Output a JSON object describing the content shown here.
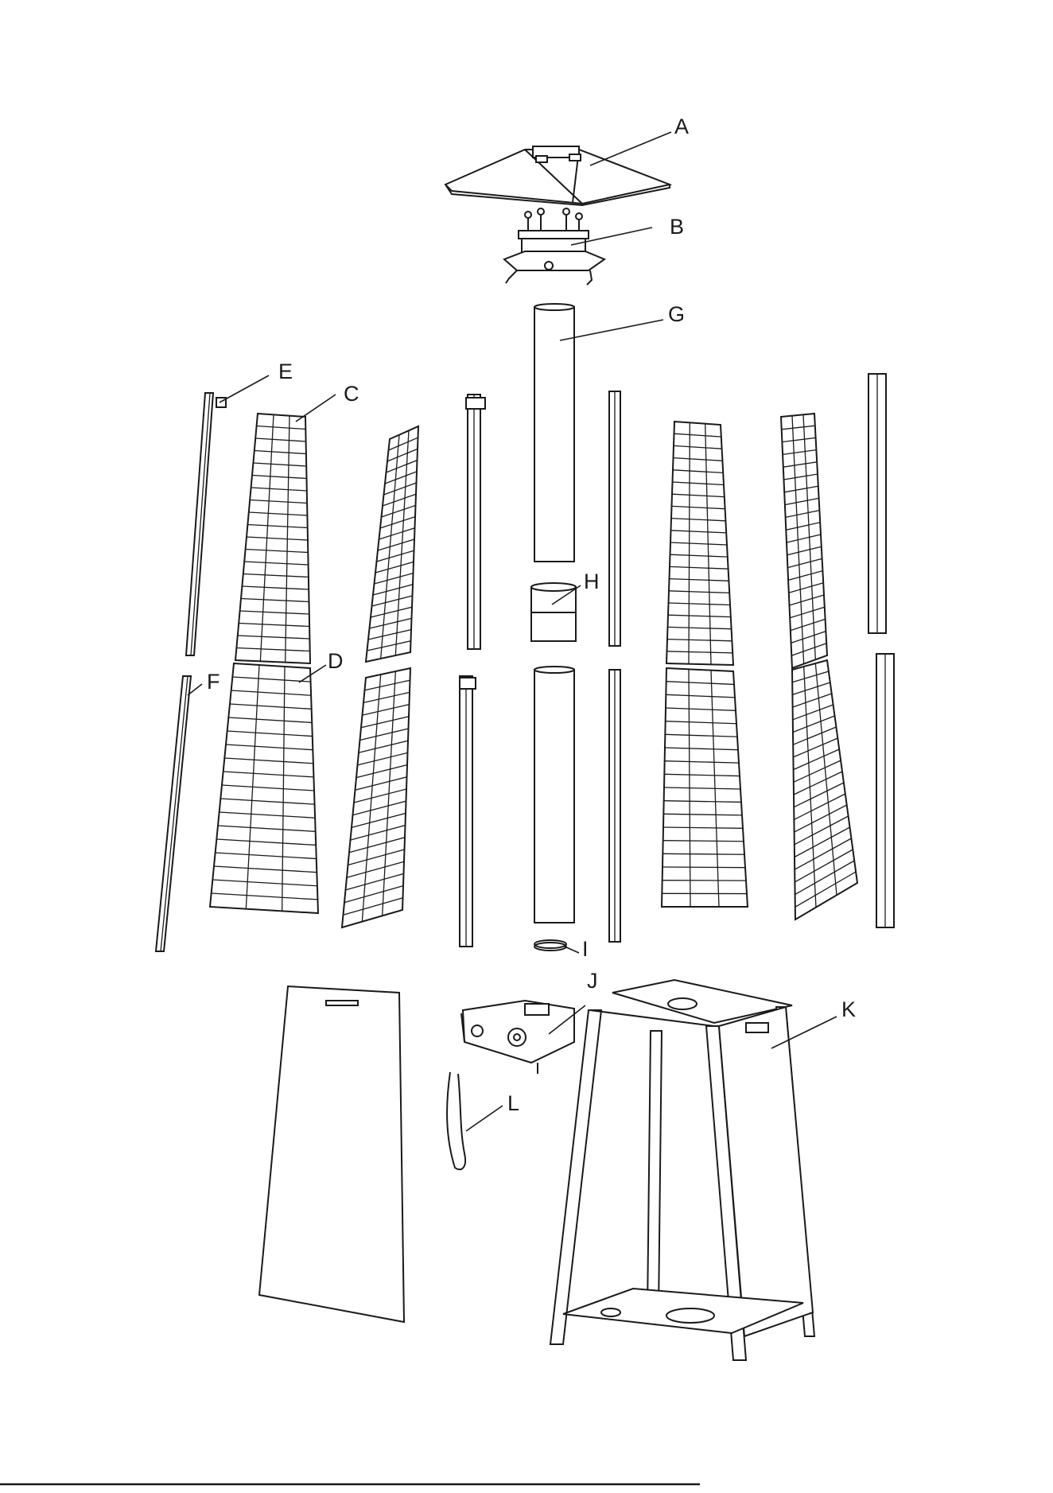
{
  "diagram": {
    "labels": [
      {
        "id": "A",
        "text": "A"
      },
      {
        "id": "B",
        "text": "B"
      },
      {
        "id": "G",
        "text": "G"
      },
      {
        "id": "E",
        "text": "E"
      },
      {
        "id": "C",
        "text": "C"
      },
      {
        "id": "H",
        "text": "H"
      },
      {
        "id": "D",
        "text": "D"
      },
      {
        "id": "F",
        "text": "F"
      },
      {
        "id": "I",
        "text": "I"
      },
      {
        "id": "J",
        "text": "J"
      },
      {
        "id": "K",
        "text": "K"
      },
      {
        "id": "L",
        "text": "L"
      }
    ]
  }
}
